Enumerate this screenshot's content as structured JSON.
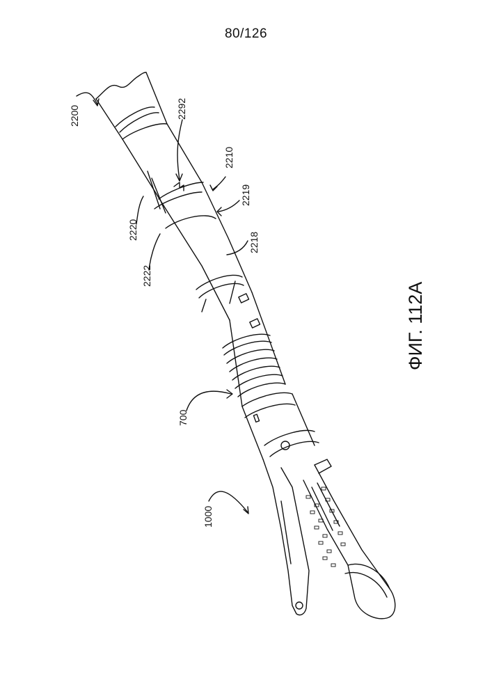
{
  "page_number": "80/126",
  "figure_caption": "ФИГ. 112А",
  "reference_labels": {
    "ref_2200": "2200",
    "ref_2292": "2292",
    "ref_2210": "2210",
    "ref_2219": "2219",
    "ref_2220": "2220",
    "ref_2222": "2222",
    "ref_2218": "2218",
    "ref_700": "700",
    "ref_1000": "1000"
  }
}
